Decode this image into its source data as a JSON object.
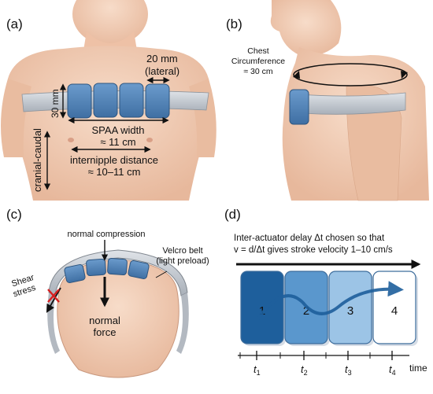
{
  "panels": {
    "a": {
      "label": "(a)",
      "width_annotation": "20 mm",
      "width_annotation_sub": "(lateral)",
      "height_annotation": "30 mm",
      "spaa_width": "SPAA width",
      "spaa_width_value": "≈ 11 cm",
      "internipple_distance": "internipple distance",
      "internipple_value": "≈ 10–11 cm",
      "axis_label": "cranial-caudal"
    },
    "b": {
      "label": "(b)",
      "circumference_line1": "Chest",
      "circumference_line2": "Circumference",
      "circumference_value": "≈ 30 cm"
    },
    "c": {
      "label": "(c)",
      "normal_compression": "normal compression",
      "belt_line1": "Velcro belt",
      "belt_line2": "(light preload)",
      "shear_line1": "Shear",
      "shear_line2": "stress",
      "normal_force_line1": "normal",
      "normal_force_line2": "force"
    },
    "d": {
      "label": "(d)",
      "delay_line1": "Inter-actuator delay Δt chosen so that",
      "delay_line2": "v = d/Δt gives stroke velocity 1–10 cm/s",
      "actuators": [
        "1",
        "2",
        "3",
        "4"
      ],
      "actuator_colors": [
        "#1e5f9c",
        "#5a97cd",
        "#9cc4e6",
        "#ffffff"
      ],
      "time_ticks": [
        "t",
        "t",
        "t",
        "t"
      ],
      "time_tick_subs": [
        "1",
        "2",
        "3",
        "4"
      ],
      "time_axis_label": "time"
    }
  },
  "colors": {
    "skin": "#f2cdb6",
    "skin_shadow": "#e2b096",
    "actuator": "#4e82b8",
    "belt": "#c4c9d0",
    "arrow": "#111111",
    "shear_cross": "#d62020"
  }
}
